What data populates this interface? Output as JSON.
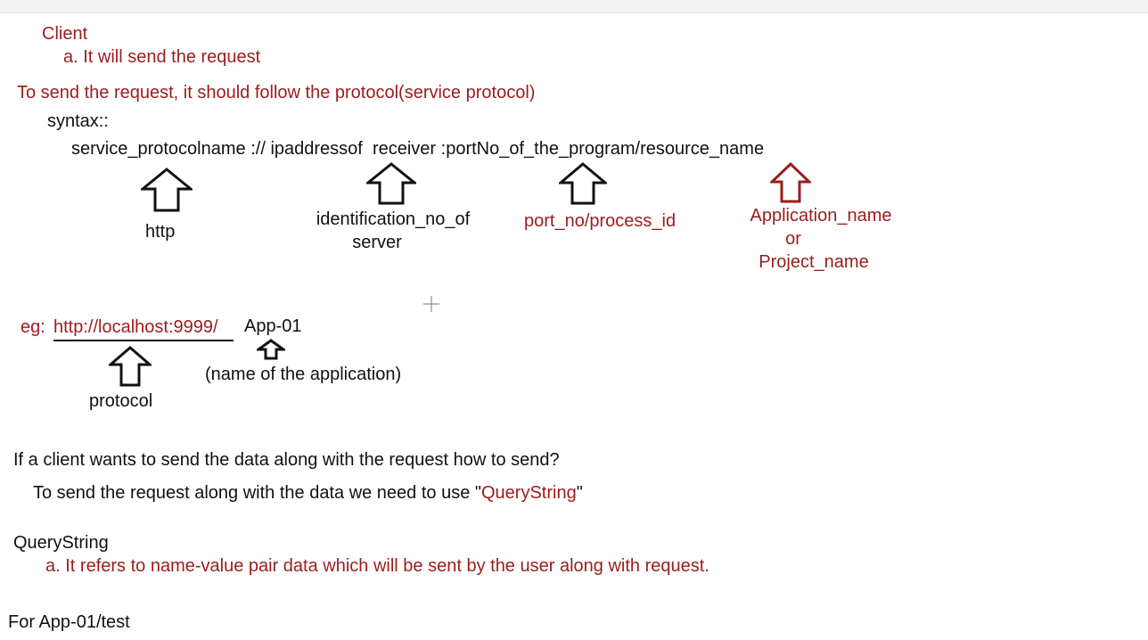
{
  "colors": {
    "accent_red": "#9b1c1c",
    "text": "#111111"
  },
  "client": {
    "heading": "Client",
    "point_a": "a. It will send the request"
  },
  "protocol": {
    "intro": "To send the request, it should follow the protocol(service protocol)",
    "syntax_label": "syntax::",
    "syntax_line": "service_protocolname :// ipaddressof  receiver :portNo_of_the_program/resource_name"
  },
  "annotations": {
    "http": "http",
    "identification_line1": "identification_no_of",
    "identification_line2": "server",
    "port": "port_no/process_id",
    "application_line1": "Application_name",
    "application_line2": "or",
    "application_line3": "Project_name"
  },
  "example": {
    "label": "eg:",
    "url": "http://localhost:9999/",
    "app": "App-01",
    "app_note": "(name of the application)",
    "protocol_note": "protocol"
  },
  "question": {
    "text": "If a client wants to send the data along with the request how to send?",
    "answer_prefix": "To send the request along with the data we need to use \"",
    "answer_highlight": "QueryString",
    "answer_suffix": "\""
  },
  "querystring": {
    "heading": "QueryString",
    "point_a": "a. It refers to name-value pair data which will be sent by the user along with request."
  },
  "footer_line": "For App-01/test",
  "icons": [
    "up-arrow-icon",
    "crosshair-cursor-icon"
  ]
}
